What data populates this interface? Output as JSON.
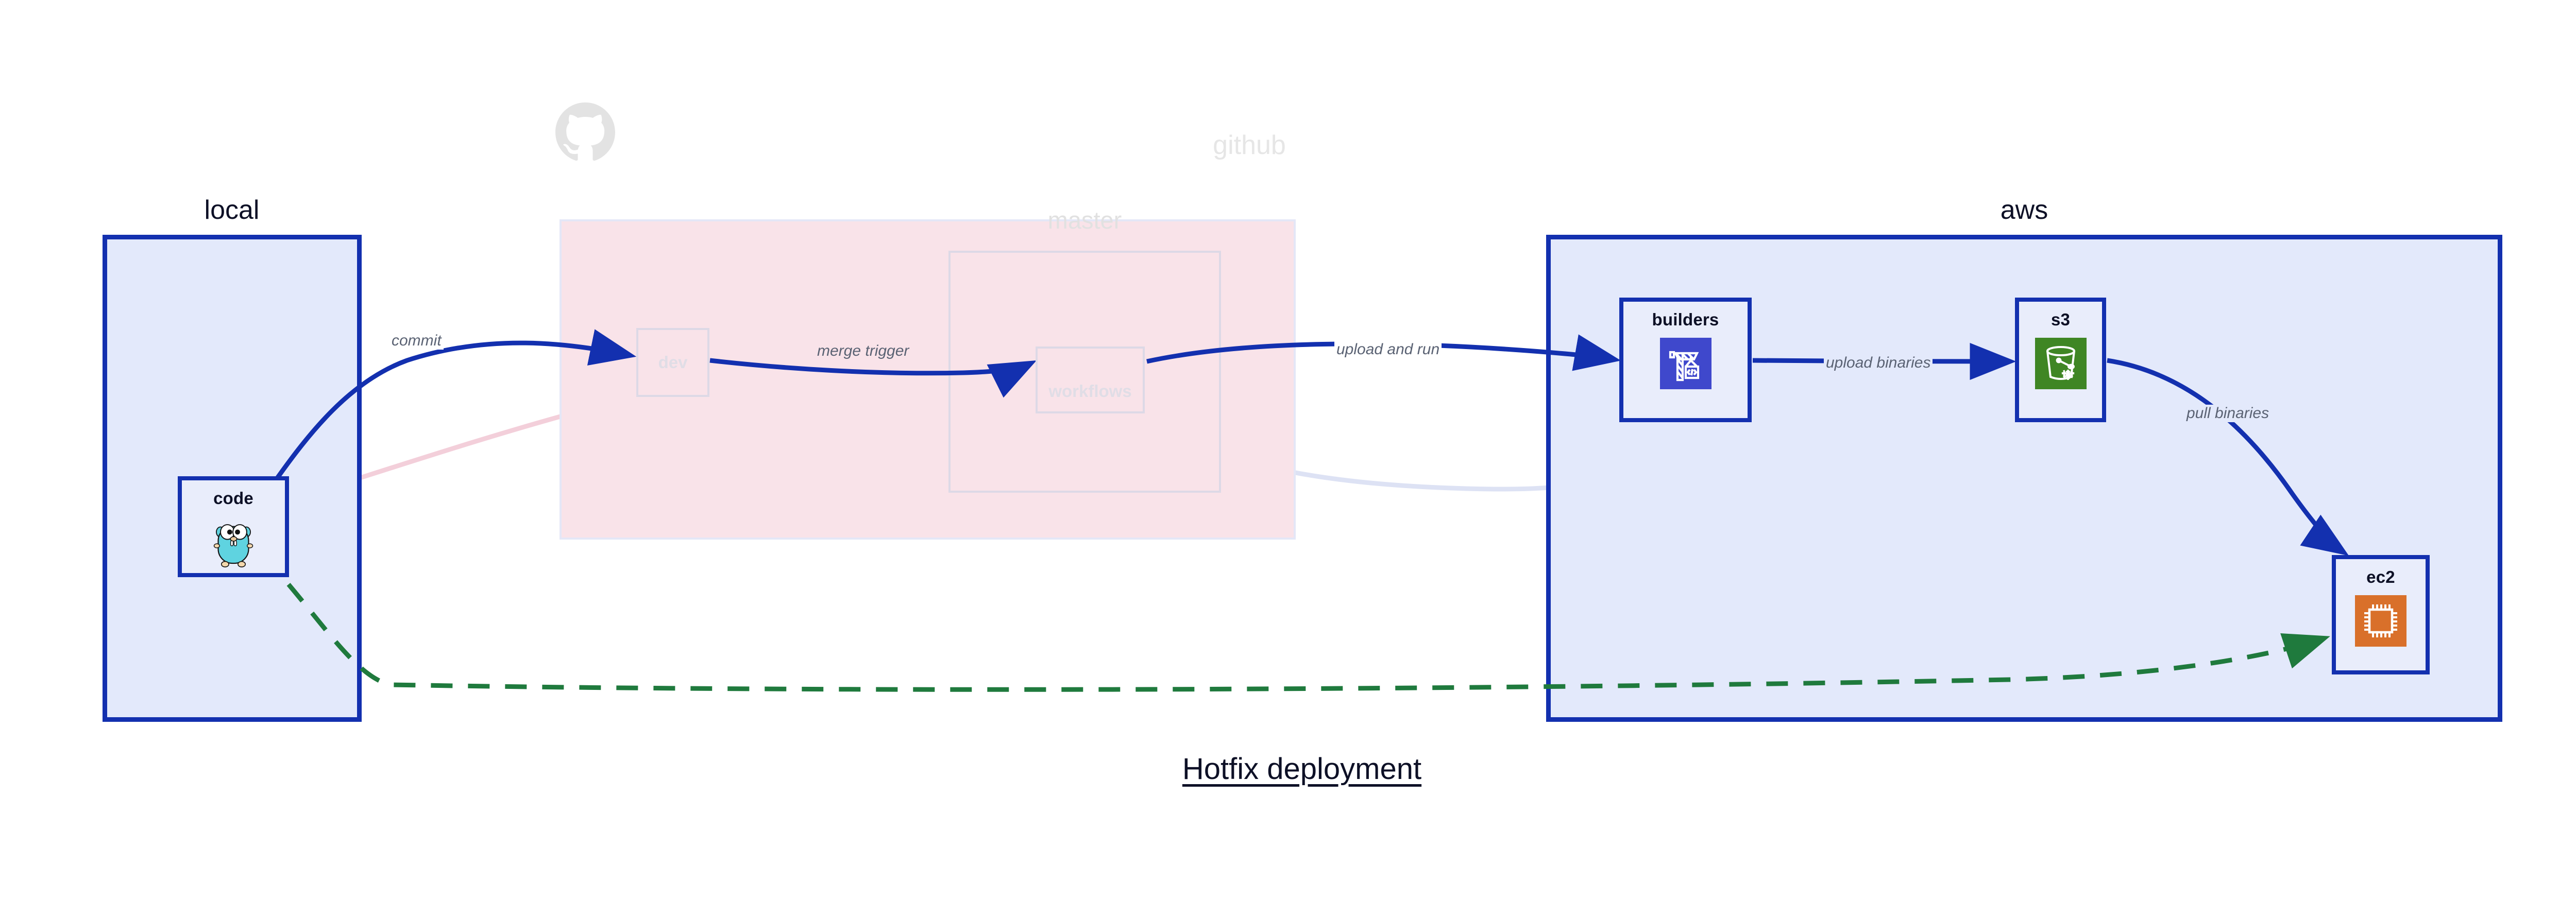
{
  "title": "Hotfix deployment",
  "clusters": [
    {
      "id": "local",
      "label": "local",
      "border_color": "#1330af",
      "fill": "#e3e9fb"
    },
    {
      "id": "github",
      "label": "github",
      "border_color": "#e4e7f7",
      "fill": "#f9e3e9",
      "faded": true
    },
    {
      "id": "master",
      "label": "master",
      "border_color": "#ddd9e6",
      "fill": "transparent",
      "faded": true
    },
    {
      "id": "aws",
      "label": "aws",
      "border_color": "#1330af",
      "fill": "#e3e9fb"
    }
  ],
  "nodes": [
    {
      "id": "code",
      "label": "code",
      "icon": "go-gopher-icon",
      "cluster": "local",
      "faded": false
    },
    {
      "id": "dev",
      "label": "dev",
      "icon": null,
      "cluster": "github",
      "faded": true
    },
    {
      "id": "workflows",
      "label": "workflows",
      "icon": null,
      "cluster": "master",
      "faded": true
    },
    {
      "id": "builders",
      "label": "builders",
      "icon": "aws-codebuild-icon",
      "cluster": "aws",
      "faded": false,
      "icon_color": "#3f48cc"
    },
    {
      "id": "s3",
      "label": "s3",
      "icon": "aws-s3-glacier-icon",
      "cluster": "aws",
      "faded": false,
      "icon_color": "#3f8624"
    },
    {
      "id": "ec2",
      "label": "ec2",
      "icon": "aws-ec2-icon",
      "cluster": "aws",
      "faded": false,
      "icon_color": "#d9702a"
    }
  ],
  "edges": [
    {
      "id": "commit",
      "from": "code",
      "to": "dev",
      "label": "commit",
      "color": "#1330af",
      "style": "solid",
      "faded": false
    },
    {
      "id": "merge-trigger",
      "from": "dev",
      "to": "workflows",
      "label": "merge trigger",
      "color": "#1330af",
      "style": "solid",
      "faded": false
    },
    {
      "id": "upload-and-run",
      "from": "workflows",
      "to": "builders",
      "label": "upload and run",
      "color": "#1330af",
      "style": "solid",
      "faded": false
    },
    {
      "id": "upload-binaries",
      "from": "builders",
      "to": "s3",
      "label": "upload binaries",
      "color": "#1330af",
      "style": "solid",
      "faded": false
    },
    {
      "id": "pull-binaries",
      "from": "s3",
      "to": "ec2",
      "label": "pull binaries",
      "color": "#1330af",
      "style": "solid",
      "faded": false
    },
    {
      "id": "hotfix-direct",
      "from": "code",
      "to": "ec2",
      "label": "",
      "color": "#1f7a3d",
      "style": "dashed",
      "faded": false
    },
    {
      "id": "ghost-code-dev",
      "from": "code",
      "to": "dev",
      "label": "",
      "color": "#f4d5de",
      "style": "solid",
      "faded": true
    },
    {
      "id": "ghost-dev-wf",
      "from": "dev",
      "to": "workflows",
      "label": "",
      "color": "#e2dee9",
      "style": "solid",
      "faded": true
    },
    {
      "id": "ghost-wf-build",
      "from": "workflows",
      "to": "builders",
      "label": "",
      "color": "#dde2f4",
      "style": "solid",
      "faded": true
    }
  ],
  "edge_labels": {
    "commit": "commit",
    "merge_trigger": "merge trigger",
    "upload_and_run": "upload and run",
    "upload_binaries": "upload binaries",
    "pull_binaries": "pull binaries"
  },
  "icons": {
    "octocat": "github-octocat-icon",
    "gopher": "go-gopher-icon",
    "codebuild": "aws-codebuild-icon",
    "s3glacier": "aws-s3-glacier-icon",
    "ec2": "aws-ec2-icon"
  },
  "colors": {
    "primary_blue": "#1330af",
    "cluster_blue_fill": "#e3e9fb",
    "github_pink_fill": "#f9e3e9",
    "green_dashed": "#1f7a3d",
    "label_gray": "#5a6273",
    "faded_gray": "#e0dde6",
    "title_ink": "#0d1026"
  }
}
